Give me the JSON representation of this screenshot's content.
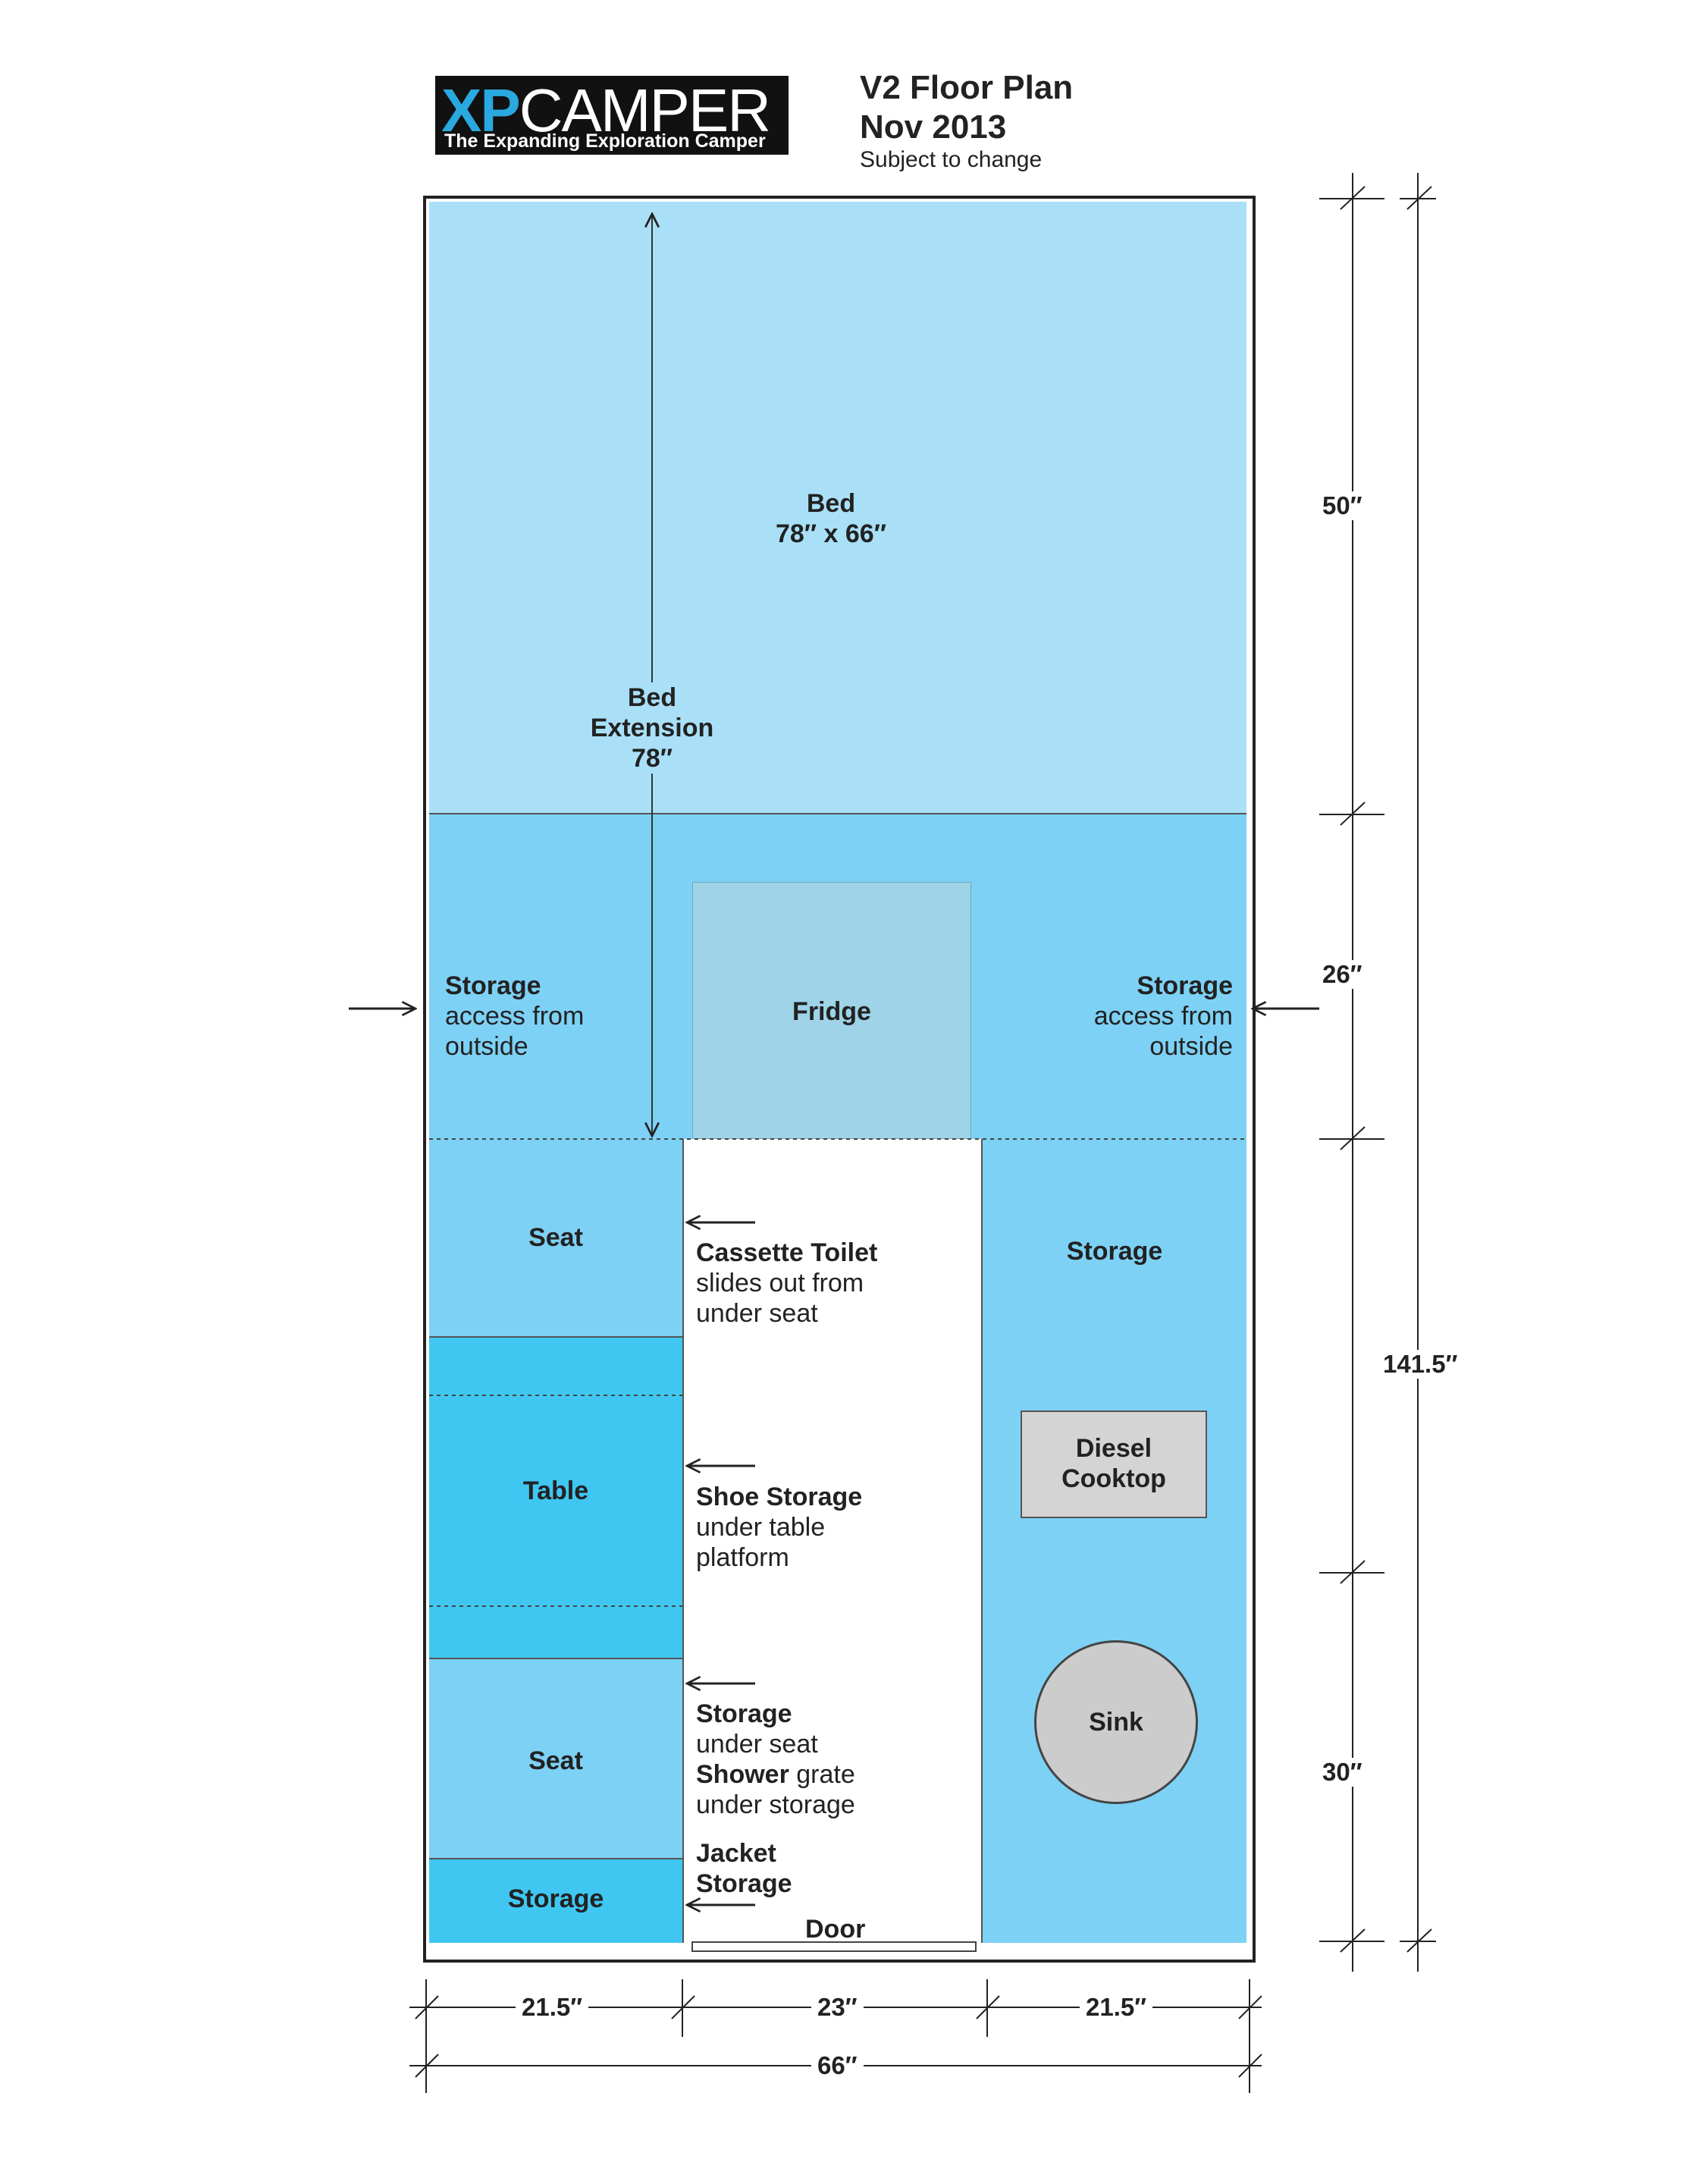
{
  "logo": {
    "xp": "XP",
    "camper": "CAMPER",
    "tagline": "The Expanding Exploration Camper"
  },
  "header": {
    "title_line1": "V2 Floor Plan",
    "title_line2": "Nov 2013",
    "subtitle": "Subject to change"
  },
  "zones": {
    "bed": {
      "label": "Bed",
      "size": "78″ x 66″"
    },
    "bed_extension": {
      "line1": "Bed",
      "line2": "Extension",
      "line3": "78″"
    },
    "fridge": "Fridge",
    "storage_left": {
      "title": "Storage",
      "line1": "access from",
      "line2": "outside"
    },
    "storage_right": {
      "title": "Storage",
      "line1": "access from",
      "line2": "outside"
    },
    "seat_top": "Seat",
    "table": "Table",
    "seat_bottom": "Seat",
    "storage_bottom": "Storage",
    "storage_kitchen": "Storage",
    "cooktop": {
      "line1": "Diesel",
      "line2": "Cooktop"
    },
    "sink": "Sink",
    "door": "Door"
  },
  "aisle_notes": {
    "toilet": {
      "title": "Cassette Toilet",
      "line1": "slides out from",
      "line2": "under seat"
    },
    "shoe": {
      "title": "Shoe Storage",
      "line1": "under table",
      "line2": "platform"
    },
    "storage": {
      "title": "Storage",
      "line1": "under seat",
      "shower_bold": "Shower",
      "shower_rest": " grate",
      "line3": "under storage"
    },
    "jacket": {
      "line1": "Jacket",
      "line2": "Storage"
    }
  },
  "dimensions": {
    "right": {
      "bed": "50″",
      "middle": "26″",
      "total": "141.5″",
      "lower": "30″"
    },
    "bottom": {
      "left": "21.5″",
      "aisle": "23″",
      "right": "21.5″",
      "total": "66″"
    }
  },
  "colors": {
    "bed": "#a9e0f8",
    "mid": "#7dd1f5",
    "table": "#3fc7f2",
    "fridge": "#9ed3e8",
    "cooktop": "#d4d4d4",
    "sink": "#cccccc",
    "logo_bg": "#111111",
    "logo_accent": "#2aa8e0"
  }
}
